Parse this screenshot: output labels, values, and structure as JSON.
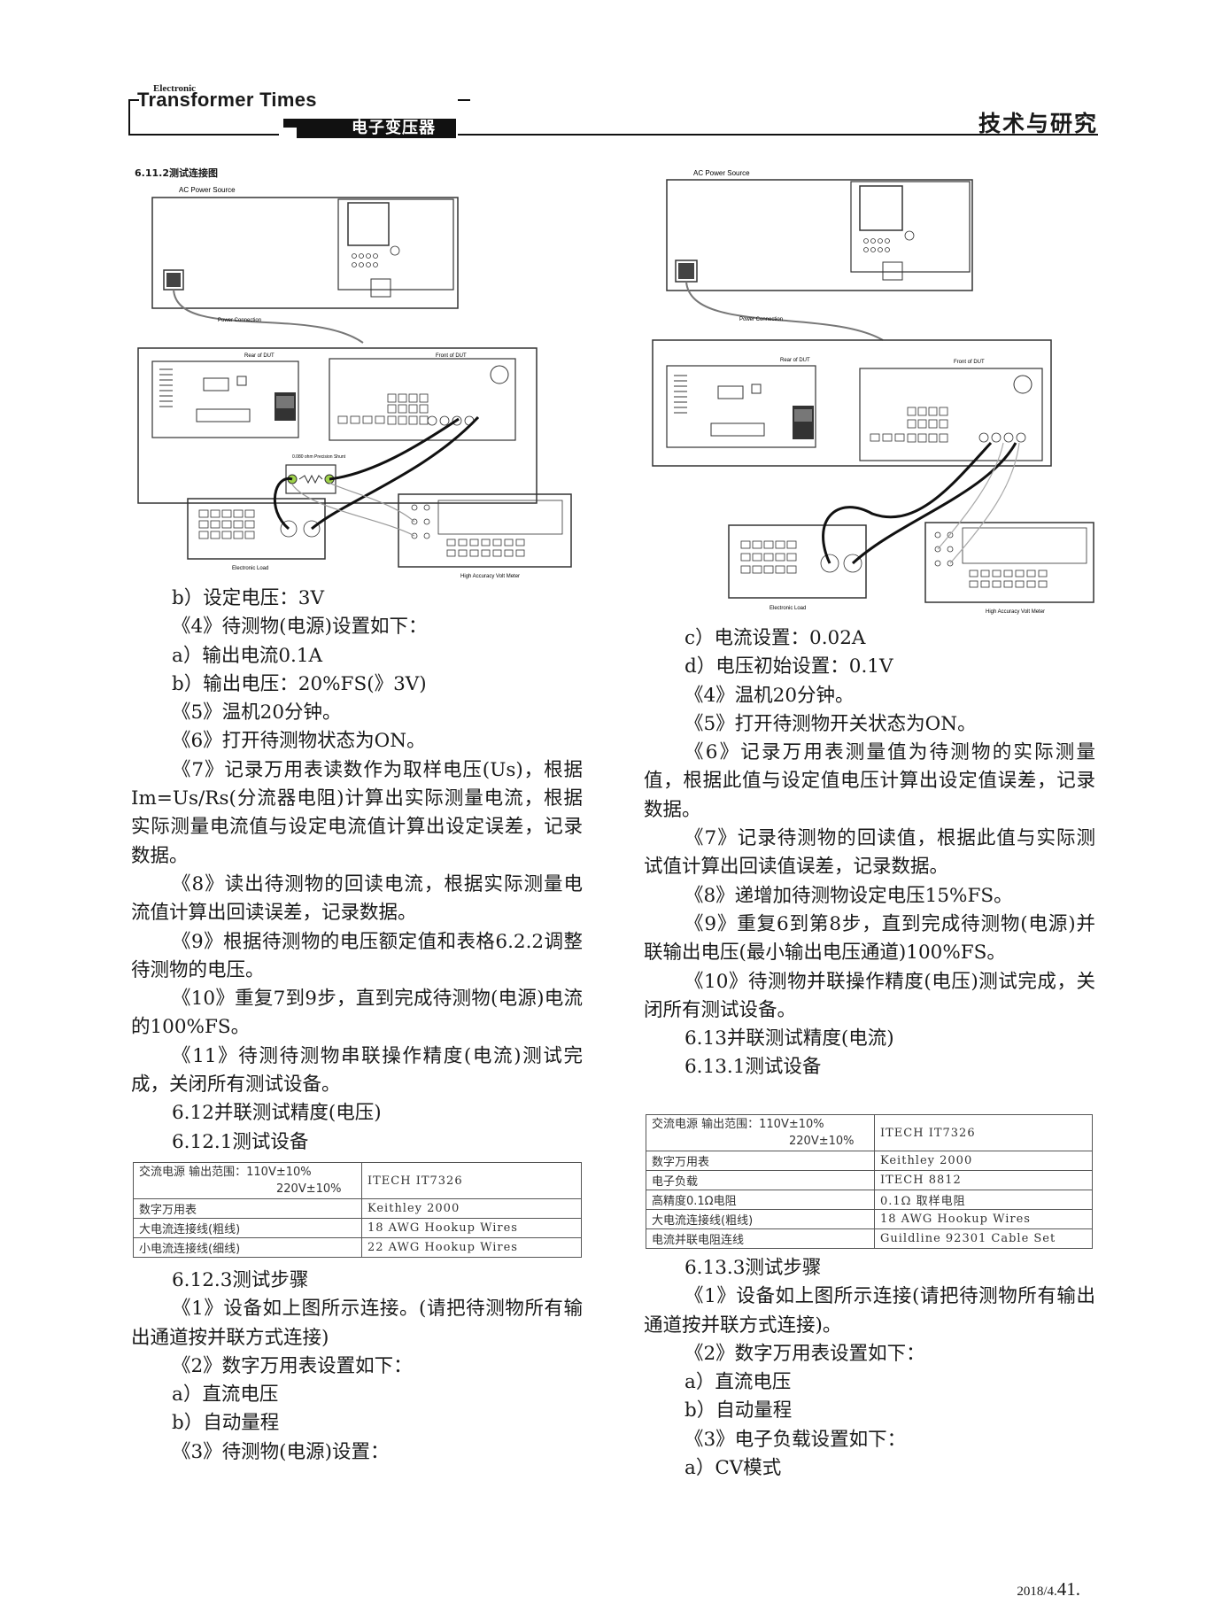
{
  "header": {
    "brand_small": "Electronic",
    "brand_main": "Transformer Times",
    "brand_cn": "电子变压器",
    "section": "技术与研究"
  },
  "left": {
    "figure_caption": "6.11.2测试连接图",
    "diagram": {
      "ac_source": "AC Power Source",
      "power_connection": "Power Connection",
      "rear": "Rear of DUT",
      "front": "Front of DUT",
      "shunt": "0.080 ohm Precision Shunt",
      "load": "Electronic Load",
      "meter": "High Accuracy Volt Meter"
    },
    "lines_a": [
      "b）设定电压：3V",
      "《4》待测物(电源)设置如下：",
      "a）输出电流0.1A",
      "b）输出电压：20%FS(》3V)",
      "《5》温机20分钟。",
      "《6》打开待测物状态为ON。"
    ],
    "para7": "《7》记录万用表读数作为取样电压(Us)，根据Im=Us/Rs(分流器电阻)计算出实际测量电流，根据实际测量电流值与设定电流值计算出设定误差，记录数据。",
    "para8": "《8》读出待测物的回读电流，根据实际测量电流值计算出回读误差，记录数据。",
    "para9": "《9》根据待测物的电压额定值和表格6.2.2调整待测物的电压。",
    "para10": "《10》重复7到9步，直到完成待测物(电源)电流的100%FS。",
    "para11": "《11》待测待测物串联操作精度(电流)测试完成，关闭所有测试设备。",
    "h1": "6.12并联测试精度(电压)",
    "h2": "6.12.1测试设备",
    "table": [
      {
        "name": "交流电源 输出范围：110V±10%",
        "name2": "220V±10%",
        "value": "ITECH IT7326"
      },
      {
        "name": "数字万用表",
        "value": "Keithley 2000"
      },
      {
        "name": "大电流连接线(粗线)",
        "value": "18 AWG Hookup Wires"
      },
      {
        "name": "小电流连接线(细线)",
        "value": "22 AWG Hookup Wires"
      }
    ],
    "h3": "6.12.3测试步骤",
    "para_s1": "《1》设备如上图所示连接。(请把待测物所有输出通道按并联方式连接)",
    "lines_b": [
      "《2》数字万用表设置如下：",
      "a）直流电压",
      "b）自动量程",
      "《3》待测物(电源)设置："
    ]
  },
  "right": {
    "diagram": {
      "ac_source": "AC Power Source",
      "power_connection": "Power Connection",
      "rear": "Rear of DUT",
      "front": "Front of DUT",
      "load": "Electronic Load",
      "meter": "High Accuracy Volt Meter"
    },
    "lines_a": [
      "c）电流设置：0.02A",
      "d）电压初始设置：0.1V",
      "《4》温机20分钟。",
      "《5》打开待测物开关状态为ON。"
    ],
    "para6": "《6》记录万用表测量值为待测物的实际测量值，根据此值与设定值电压计算出设定值误差，记录数据。",
    "para7": "《7》记录待测物的回读值，根据此值与实际测试值计算出回读值误差，记录数据。",
    "para8": "《8》递增加待测物设定电压15%FS。",
    "para9": "《9》重复6到第8步，直到完成待测物(电源)并联输出电压(最小输出电压通道)100%FS。",
    "para10": "《10》待测物并联操作精度(电压)测试完成，关闭所有测试设备。",
    "h1": "6.13并联测试精度(电流)",
    "h2": "6.13.1测试设备",
    "table": [
      {
        "name": "交流电源 输出范围：110V±10%",
        "name2": "220V±10%",
        "value": "ITECH IT7326"
      },
      {
        "name": "数字万用表",
        "value": "Keithley 2000"
      },
      {
        "name": "电子负载",
        "value": "ITECH 8812"
      },
      {
        "name": "高精度0.1Ω电阻",
        "value": "0.1Ω 取样电阻"
      },
      {
        "name": "大电流连接线(粗线)",
        "value": "18 AWG Hookup Wires"
      },
      {
        "name": "电流并联电阻连线",
        "value": "Guildline 92301 Cable Set"
      }
    ],
    "h3": "6.13.3测试步骤",
    "para_s1": "《1》设备如上图所示连接(请把待测物所有输出通道按并联方式连接)。",
    "lines_b": [
      "《2》数字万用表设置如下：",
      "a）直流电压",
      "b）自动量程",
      "《3》电子负载设置如下：",
      "a）CV模式"
    ]
  },
  "footer": {
    "date": "2018/4.",
    "page": "41."
  }
}
